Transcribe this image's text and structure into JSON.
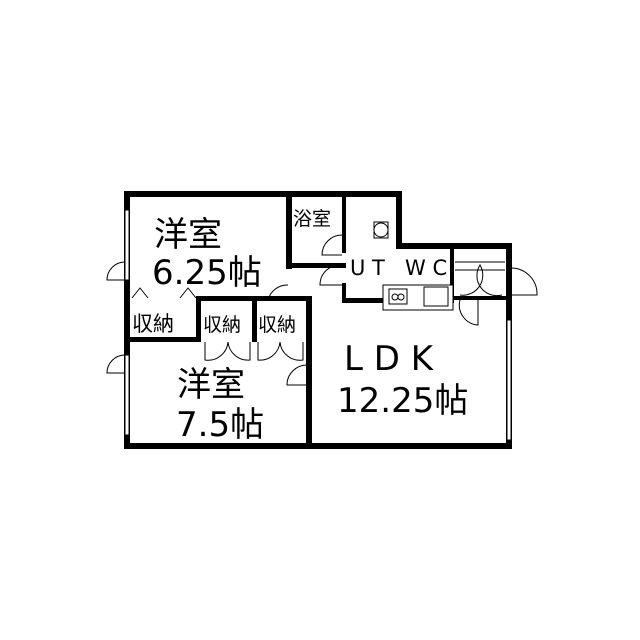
{
  "rooms": {
    "bedroom1": {
      "name": "洋室",
      "size": "6.25帖"
    },
    "bedroom2": {
      "name": "洋室",
      "size": "7.5帖"
    },
    "bath": {
      "name": "浴室"
    },
    "ut": {
      "name": "U T"
    },
    "wc": {
      "name": "W C"
    },
    "ldk": {
      "name": "L D K",
      "size": "12.25帖"
    },
    "closet1": {
      "name": "収納"
    },
    "closet2": {
      "name": "収納"
    },
    "closet3": {
      "name": "収納"
    }
  },
  "colors": {
    "wall": "#000000",
    "background": "#ffffff"
  }
}
